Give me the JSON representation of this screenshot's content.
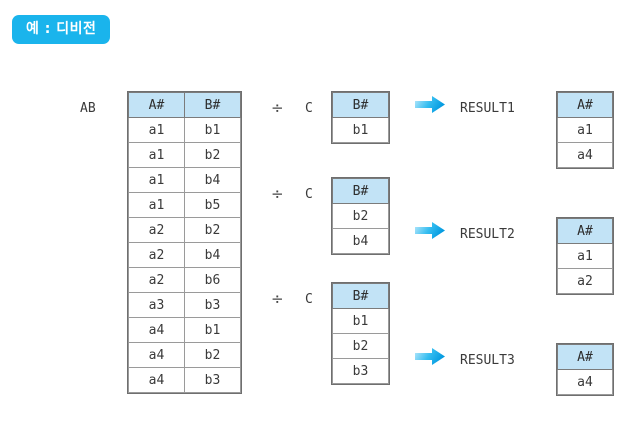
{
  "title_badge": {
    "label": "예 : 디비전"
  },
  "colors": {
    "badge_bg": "#1ab4ec",
    "header_fill": "#c2e3f6",
    "border": "#9a9a9a",
    "arrow_light": "#9fe0fa",
    "arrow_dark": "#0aa3e4",
    "text": "#3a3a3a"
  },
  "dividend": {
    "name": "AB",
    "columns": [
      "A#",
      "B#"
    ],
    "rows": [
      [
        "a1",
        "b1"
      ],
      [
        "a1",
        "b2"
      ],
      [
        "a1",
        "b4"
      ],
      [
        "a1",
        "b5"
      ],
      [
        "a2",
        "b2"
      ],
      [
        "a2",
        "b4"
      ],
      [
        "a2",
        "b6"
      ],
      [
        "a3",
        "b3"
      ],
      [
        "a4",
        "b1"
      ],
      [
        "a4",
        "b2"
      ],
      [
        "a4",
        "b3"
      ]
    ]
  },
  "operator": "÷",
  "arrow_icon": "right-arrow",
  "groups": [
    {
      "divisor_name": "C",
      "divisor_columns": [
        "B#"
      ],
      "divisor_rows": [
        "b1"
      ],
      "result_label": "RESULT1",
      "result_columns": [
        "A#"
      ],
      "result_rows": [
        "a1",
        "a4"
      ]
    },
    {
      "divisor_name": "C",
      "divisor_columns": [
        "B#"
      ],
      "divisor_rows": [
        "b2",
        "b4"
      ],
      "result_label": "RESULT2",
      "result_columns": [
        "A#"
      ],
      "result_rows": [
        "a1",
        "a2"
      ]
    },
    {
      "divisor_name": "C",
      "divisor_columns": [
        "B#"
      ],
      "divisor_rows": [
        "b1",
        "b2",
        "b3"
      ],
      "result_label": "RESULT3",
      "result_columns": [
        "A#"
      ],
      "result_rows": [
        "a4"
      ]
    }
  ]
}
